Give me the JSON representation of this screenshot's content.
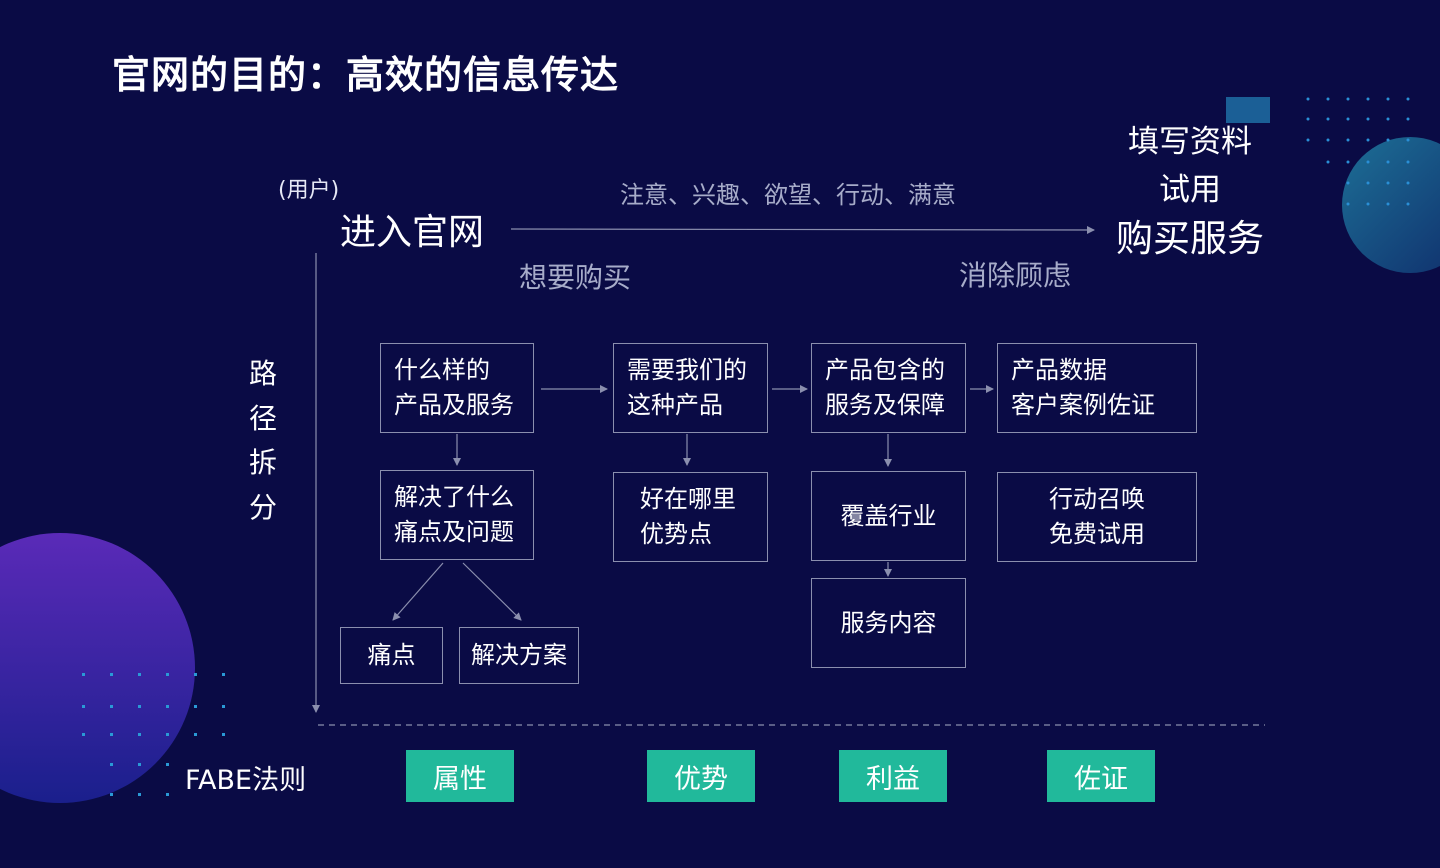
{
  "title": "官网的目的：高效的信息传达",
  "flow": {
    "user_label": "(用户)",
    "entry": "进入官网",
    "stages": "注意、兴趣、欲望、行动、满意",
    "goal": {
      "line1": "填写资料",
      "line2": "试用",
      "line3": "购买服务"
    },
    "want_to_buy": "想要购买",
    "remove_concerns": "消除顾虑"
  },
  "path_split": [
    "路",
    "径",
    "拆",
    "分"
  ],
  "boxes": {
    "what_product": "什么样的\n产品及服务",
    "needs_ours": "需要我们的\n这种产品",
    "includes": "产品包含的\n服务及保障",
    "data_cases": "产品数据\n客户案例佐证",
    "solves": "解决了什么\n痛点及问题",
    "advantages": "好在哪里\n优势点",
    "coverage": "覆盖行业",
    "cta": "行动召唤\n免费试用",
    "pain_points": "痛点",
    "solution": "解决方案",
    "service_content": "服务内容"
  },
  "fabe": {
    "label": "FABE法则",
    "tags": [
      "属性",
      "优势",
      "利益",
      "佐证"
    ]
  },
  "colors": {
    "background": "#0a0b45",
    "tag_green": "#21b99b",
    "line_gray": "#8b8fae",
    "muted_text": "#a7acc9",
    "purple_accent": "#4a24a8",
    "teal_accent": "#1b5f8a"
  }
}
